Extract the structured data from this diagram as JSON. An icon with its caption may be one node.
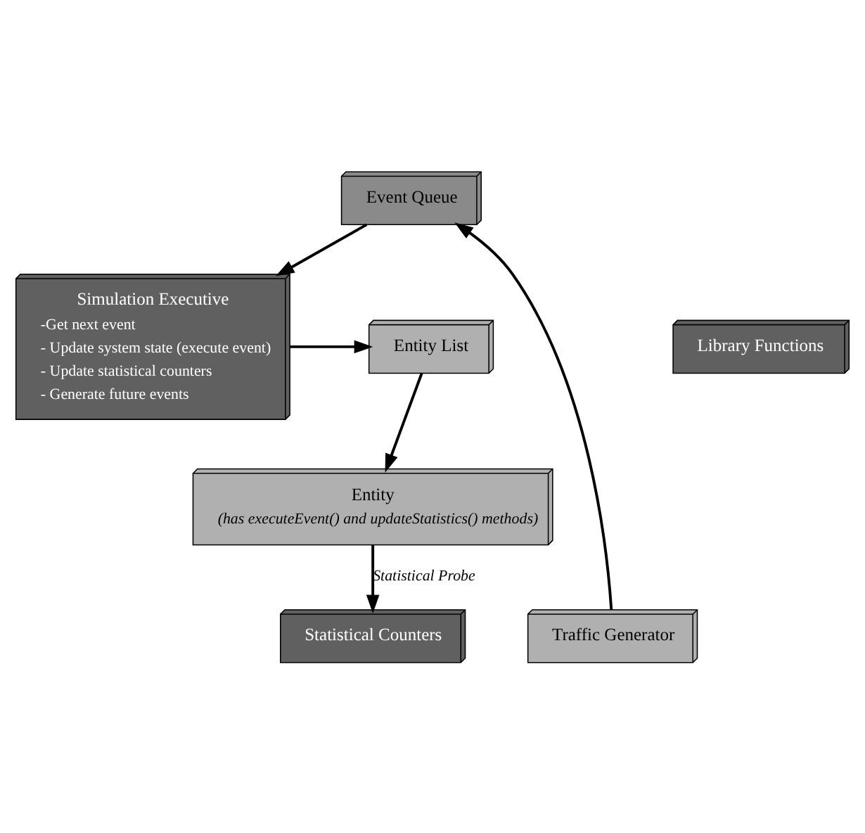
{
  "diagram": {
    "nodes": [
      {
        "text": [
          "Event Queue"
        ]
      },
      {
        "text": [
          "Library Functions"
        ]
      },
      {
        "text": [
          "Simulation Executive",
          "-Get next event",
          "- Update system state (execute event)",
          "- Update statistical counters",
          "- Generate future events"
        ]
      },
      {
        "text": [
          "Statistical Counters"
        ]
      },
      {
        "text": [
          "Entity List"
        ]
      },
      {
        "text": [
          "Traffic Generator"
        ]
      },
      {
        "text": [
          "Entity",
          "(has executeEvent() and updateStatistics() methods)"
        ]
      }
    ],
    "edges": [
      {
        "from": 0,
        "to": 2,
        "arrow": "to"
      },
      {
        "from": 2,
        "to": 4,
        "arrow": "to"
      },
      {
        "from": 5,
        "to": 0,
        "arrow": "to"
      },
      {
        "from": 4,
        "to": 6,
        "arrow": "to"
      },
      {
        "from": 6,
        "to": 3,
        "arrow": "to",
        "label": "Statistical Probe"
      }
    ]
  }
}
